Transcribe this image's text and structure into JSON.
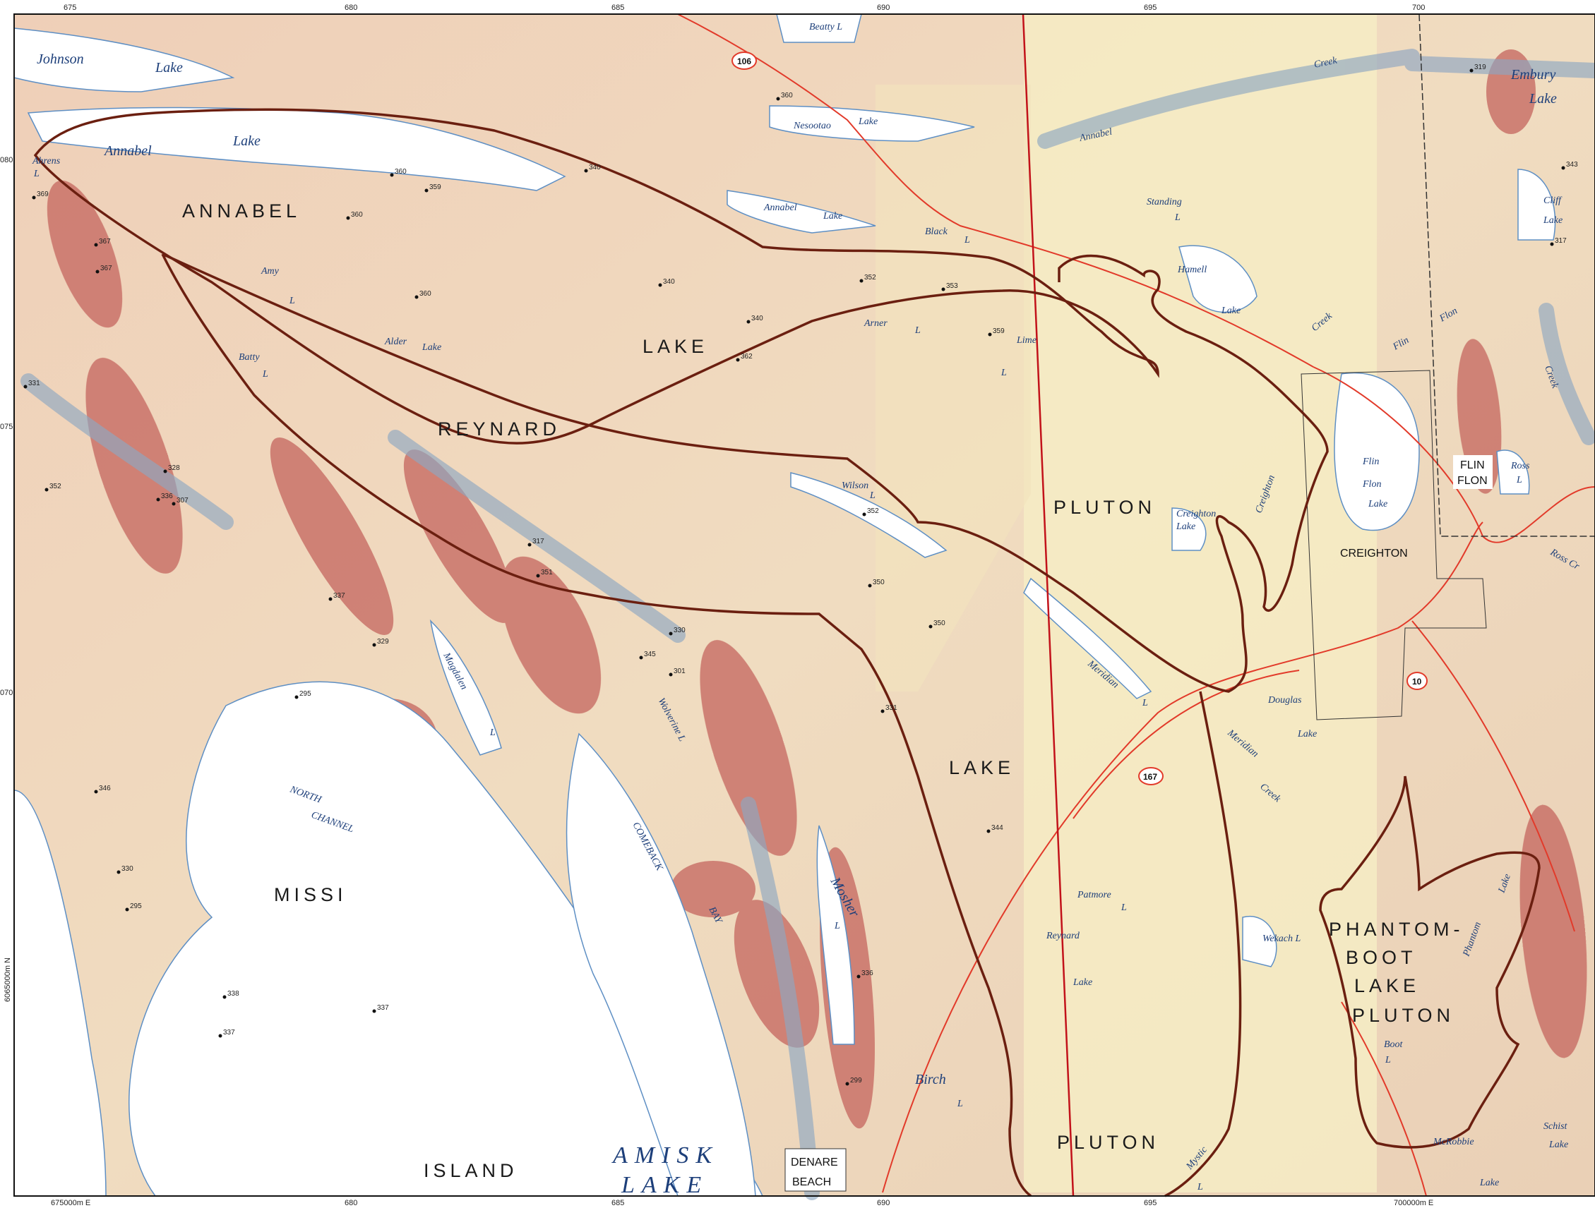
{
  "map": {
    "pluton_labels": {
      "annabel": "ANNABEL",
      "lake_upper": "LAKE",
      "reynard": "REYNARD",
      "pluton_mid": "PLUTON",
      "lake_lower": "LAKE",
      "pluton_bottom": "PLUTON",
      "missi": "MISSI",
      "island": "ISLAND",
      "phantom": "PHANTOM-",
      "boot": "BOOT",
      "lake_pb": "LAKE",
      "pluton_pb": "PLUTON"
    },
    "towns": {
      "creighton": "CREIGHTON",
      "flin": "FLIN",
      "flon": "FLON",
      "denare": "DENARE",
      "beach": "BEACH"
    },
    "highways": {
      "h106": "106",
      "h167": "167",
      "h10": "10"
    },
    "water": {
      "johnson": "Johnson",
      "johnson_lake": "Lake",
      "annabel_big": "Annabel",
      "annabel_big_lake": "Lake",
      "ahrens": "Ahrens",
      "ahrens_l": "L",
      "beatty": "Beatty L",
      "nesootao": "Nesootao",
      "nesootao_lake": "Lake",
      "annabel_small": "Annabel",
      "annabel_small_lake": "Lake",
      "annabel_creek": "Annabel",
      "creek_top": "Creek",
      "embury": "Embury",
      "embury_lake": "Lake",
      "black": "Black",
      "black_l": "L",
      "standing": "Standing",
      "standing_l": "L",
      "hamell": "Hamell",
      "hamell_lake": "Lake",
      "amy": "Amy",
      "amy_l": "L",
      "alder": "Alder",
      "alder_lake": "Lake",
      "arner": "Arner",
      "arner_l": "L",
      "lime": "Lime",
      "lime_l": "L",
      "batty": "Batty",
      "batty_l": "L",
      "cliff": "Cliff",
      "cliff_lake": "Lake",
      "flin_creek": "Creek",
      "flin_a": "Flin",
      "flon_a": "Flon",
      "creek_right": "Creek",
      "fflake_1": "Flin",
      "fflake_2": "Flon",
      "fflake_3": "Lake",
      "ross": "Ross",
      "ross_l": "L",
      "creighton_creek": "Creighton",
      "creighton_lake": "Creighton",
      "creighton_lake_2": "Lake",
      "wilson": "Wilson",
      "wilson_l": "L",
      "ross_creek": "Ross Cr",
      "meridian": "Meridian",
      "meridian_l": "L",
      "douglas": "Douglas",
      "douglas_lake": "Lake",
      "meridian_creek": "Meridian",
      "creek_3": "Creek",
      "magdalen": "Magdalen",
      "magdalen_l": "L",
      "wolverine": "Wolverine L",
      "north": "NORTH",
      "channel": "CHANNEL",
      "comeback": "COMEBACK",
      "bay": "BAY",
      "mosher": "Mosher",
      "mosher_l": "L",
      "patmore": "Patmore",
      "patmore_l": "L",
      "reynard_w": "Reynard",
      "reynard_lake": "Lake",
      "wekach": "Wekach L",
      "phantom_w": "Phantom",
      "phantom_lake": "Lake",
      "boot_w": "Boot",
      "boot_l": "L",
      "birch": "Birch",
      "birch_l": "L",
      "amisk": "AMISK",
      "amisk_lake": "LAKE",
      "mystic": "Mystic",
      "mystic_l": "L",
      "mcrobbie": "McRobbie",
      "schist": "Schist",
      "schist_lake": "Lake",
      "lake_br": "Lake"
    },
    "elevations": [
      "360",
      "359",
      "360",
      "360",
      "340",
      "340",
      "340",
      "352",
      "353",
      "360",
      "359",
      "362",
      "369",
      "367",
      "367",
      "331",
      "328",
      "336",
      "307",
      "352",
      "317",
      "351",
      "352",
      "350",
      "350",
      "337",
      "329",
      "330",
      "345",
      "301",
      "331",
      "295",
      "346",
      "330",
      "295",
      "338",
      "337",
      "337",
      "336",
      "344",
      "299",
      "319",
      "343",
      "317"
    ],
    "ticks": {
      "top": [
        "675",
        "680",
        "685",
        "690",
        "695",
        "700"
      ],
      "bottom": [
        "675000m E",
        "680",
        "685",
        "690",
        "695",
        "700000m E"
      ],
      "left": [
        "080",
        "075",
        "070"
      ],
      "left_vertical": "6065000m N"
    }
  }
}
